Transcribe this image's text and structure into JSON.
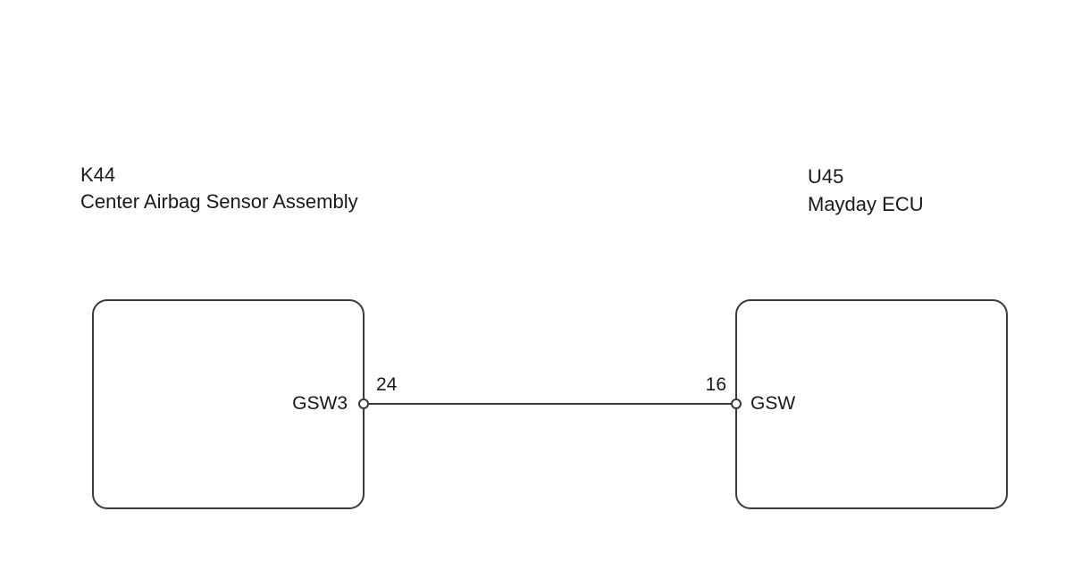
{
  "components": {
    "left": {
      "code": "K44",
      "name": "Center Airbag Sensor Assembly",
      "pin_signal": "GSW3",
      "pin_number": "24"
    },
    "right": {
      "code": "U45",
      "name": "Mayday ECU",
      "pin_signal": "GSW",
      "pin_number": "16"
    }
  },
  "colors": {
    "line": "#3a3a3a",
    "text": "#1a1a1a",
    "background": "#ffffff"
  }
}
